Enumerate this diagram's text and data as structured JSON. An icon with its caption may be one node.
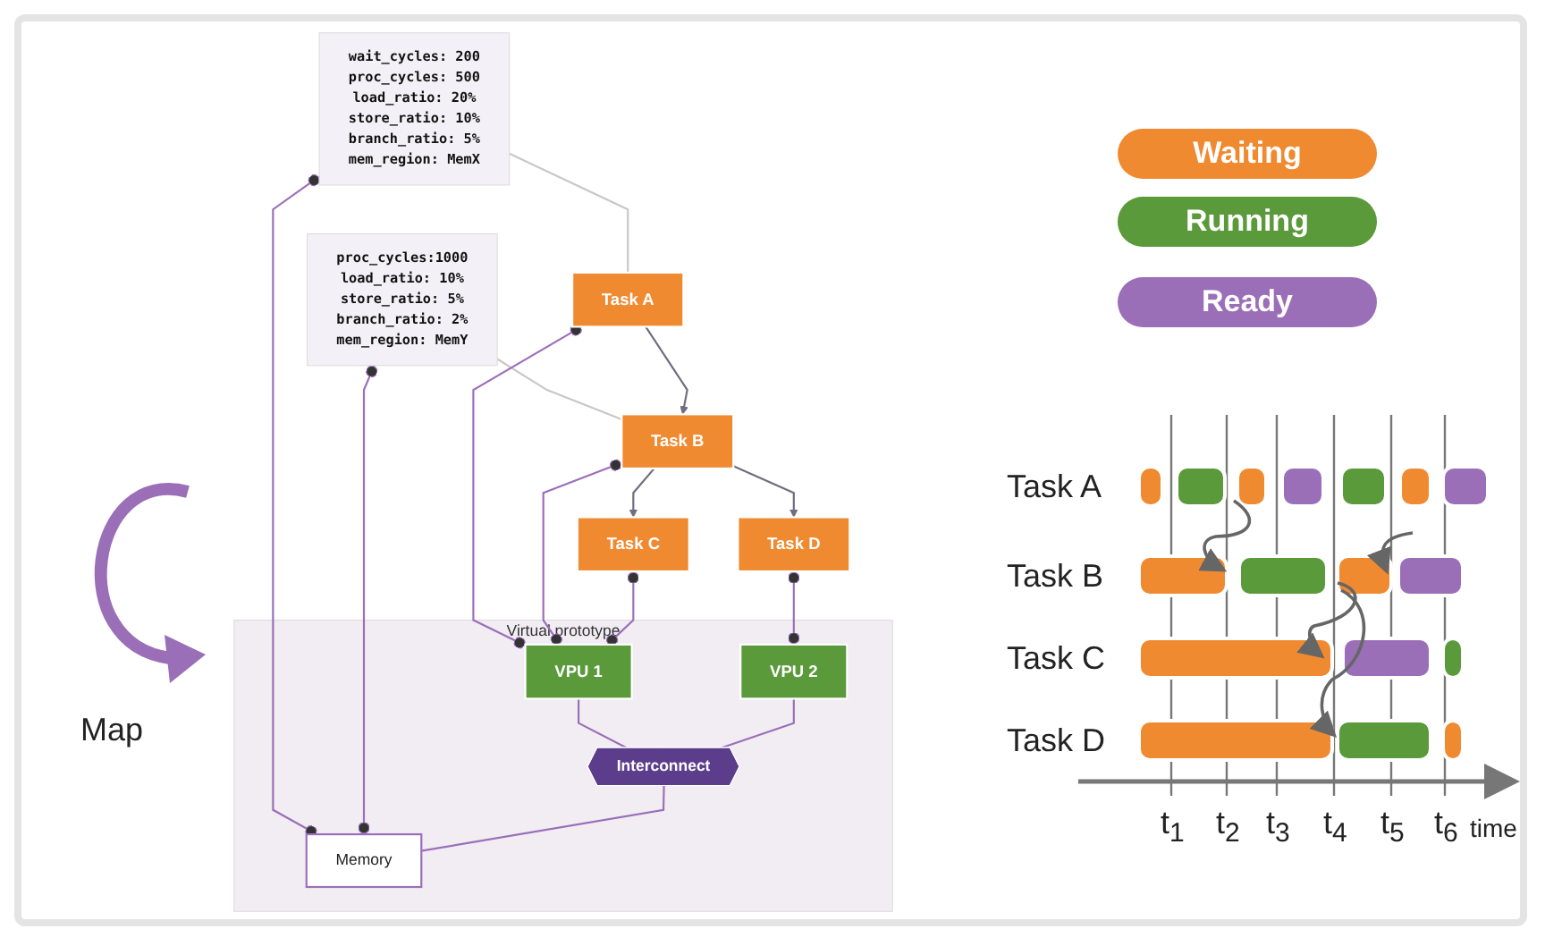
{
  "diagram": {
    "nodes": [
      {
        "text": [
          "wait_cycles: 200",
          "proc_cycles: 500",
          "load_ratio:  20%",
          "store_ratio: 10%",
          "branch_ratio: 5%",
          "mem_region: MemX"
        ]
      },
      {
        "text": [
          "proc_cycles:1000",
          "load_ratio:  10%",
          "store_ratio:  5%",
          "branch_ratio: 2%",
          "mem_region: MemY"
        ]
      },
      {
        "text": [
          "Task A"
        ]
      },
      {
        "text": [
          "Task B"
        ]
      },
      {
        "text": [
          "Task C"
        ]
      },
      {
        "text": [
          "Task D"
        ]
      },
      {
        "text": [
          "Virtual prototype"
        ]
      },
      {
        "text": [
          "VPU 1"
        ],
        "in": 6
      },
      {
        "text": [
          "VPU 2"
        ],
        "in": 6
      },
      {
        "text": [
          "Interconnect"
        ],
        "in": 6
      },
      {
        "text": [
          "Memory"
        ],
        "in": 6
      }
    ],
    "edges": [
      {
        "from": 0,
        "to": 2,
        "arrow": "none",
        "color": "#c8c8c8"
      },
      {
        "from": 1,
        "to": 3,
        "arrow": "none",
        "color": "#c8c8c8"
      },
      {
        "from": 2,
        "to": 3,
        "arrow": "to",
        "color": "#6e6e80"
      },
      {
        "from": 3,
        "to": 4,
        "arrow": "to",
        "color": "#6e6e80"
      },
      {
        "from": 3,
        "to": 5,
        "arrow": "to",
        "color": "#6e6e80"
      },
      {
        "from": 0,
        "to": 10,
        "arrow": "other"
      },
      {
        "from": 1,
        "to": 10,
        "arrow": "other"
      },
      {
        "from": 2,
        "to": 7,
        "arrow": "other"
      },
      {
        "from": 3,
        "to": 7,
        "arrow": "other"
      },
      {
        "from": 4,
        "to": 7,
        "arrow": "other"
      },
      {
        "from": 5,
        "to": 8,
        "arrow": "other"
      },
      {
        "from": 7,
        "to": 9,
        "arrow": "none"
      },
      {
        "from": 8,
        "to": 9,
        "arrow": "none"
      },
      {
        "from": 9,
        "to": 10,
        "arrow": "none"
      }
    ],
    "labels": [
      "Map",
      "Task A",
      "Task B",
      "Task C",
      "Task D",
      "t$_{1}$",
      "t$_{2}$",
      "t$_{3}$",
      "t$_{4}$",
      "t$_{5}$",
      "t$_{6}$",
      "time"
    ],
    "legend": [
      {
        "text": "Waiting",
        "color": "#f08a30"
      },
      {
        "text": "Running",
        "color": "#5a9a3a"
      },
      {
        "text": "Ready",
        "color": "#9b6fb8"
      }
    ]
  }
}
